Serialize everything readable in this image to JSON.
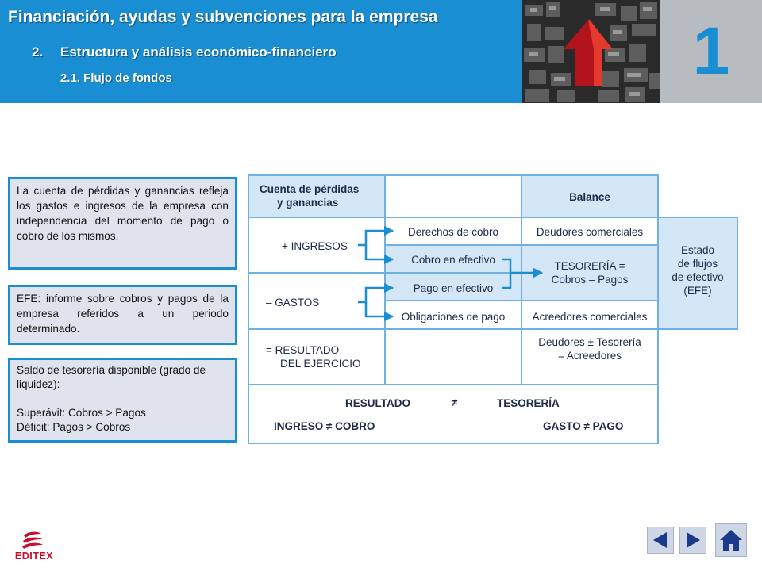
{
  "header": {
    "title": "Financiación, ayudas y subvenciones para la empresa",
    "section_number": "2.",
    "section_title": "Estructura y análisis económico-financiero",
    "subsection_title": "2.1. Flujo de fondos",
    "chapter_number": "1"
  },
  "info_boxes": {
    "box1": "La cuenta de pérdidas y ganancias refleja los gastos e ingresos de la empresa con independencia del momento de pago o cobro de los mismos.",
    "box2": "EFE: informe sobre cobros y pagos de la empresa referidos a un periodo determinado.",
    "box3_line1": "Saldo de tesorería disponible (grado de liquidez):",
    "box3_line2": "Superávit: Cobros > Pagos",
    "box3_line3": "Déficit: Pagos > Cobros"
  },
  "diagram": {
    "pyg_header_1": "Cuenta de pérdidas",
    "pyg_header_2": "y ganancias",
    "balance_header": "Balance",
    "ingresos": "+ INGRESOS",
    "gastos": "– GASTOS",
    "resultado_1": "= RESULTADO",
    "resultado_2": "DEL EJERCICIO",
    "derechos_cobro": "Derechos de cobro",
    "cobro_efectivo": "Cobro en efectivo",
    "pago_efectivo": "Pago en efectivo",
    "obligaciones_pago": "Obligaciones de pago",
    "deudores_comerciales": "Deudores comerciales",
    "tesoreria_1": "TESORERÍA =",
    "tesoreria_2": "Cobros – Pagos",
    "acreedores_comerciales": "Acreedores comerciales",
    "deudores_tesoreria_1": "Deudores ± Tesorería",
    "deudores_tesoreria_2": "= Acreedores",
    "efe_1": "Estado",
    "efe_2": "de flujos",
    "efe_3": "de efectivo",
    "efe_4": "(EFE)",
    "resultado_bottom": "RESULTADO",
    "neq_symbol": "≠",
    "tesoreria_bottom": "TESORERÍA",
    "ingreso_cobro": "INGRESO ≠ COBRO",
    "gasto_pago": "GASTO ≠ PAGO"
  },
  "footer": {
    "logo_text": "EDITEX"
  },
  "colors": {
    "header_blue": "#1a8ed3",
    "header_grey": "#b7bcc1",
    "box_fill": "#dfe3ee",
    "diagram_light": "#d3e7f6",
    "diagram_border": "#6fb1e0",
    "logo_red": "#c8102e"
  },
  "icons": {
    "prev": "left-arrow-icon",
    "next": "right-arrow-icon",
    "home": "home-icon"
  }
}
